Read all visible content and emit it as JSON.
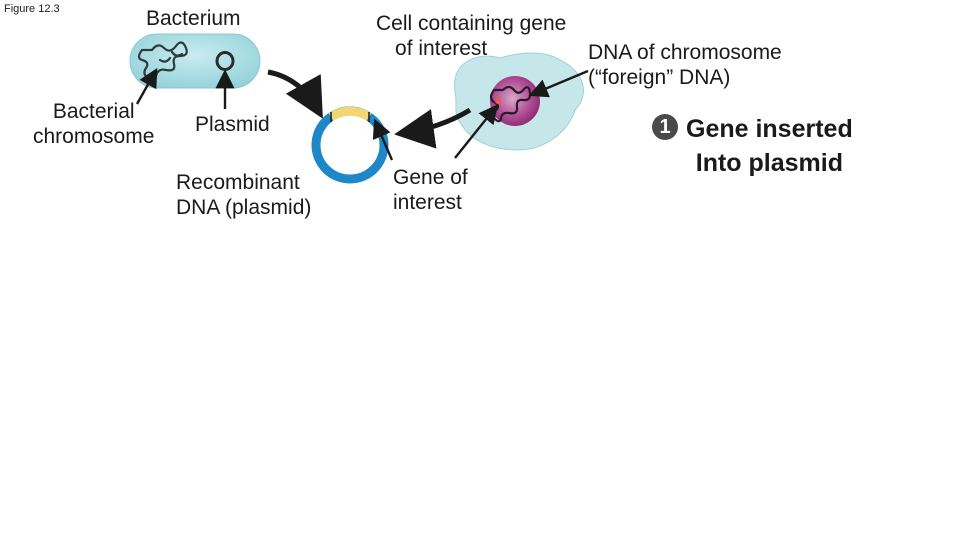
{
  "figure_label": "Figure 12.3",
  "bacterium": {
    "title": "Bacterium",
    "chromosome_label_line1": "Bacterial",
    "chromosome_label_line2": "chromosome",
    "plasmid_label": "Plasmid"
  },
  "recombinant": {
    "line1": "Recombinant",
    "line2": "DNA (plasmid)"
  },
  "donor_cell": {
    "title_line1": "Cell containing gene",
    "title_line2": "of interest",
    "foreign_dna_line1": "DNA of chromosome",
    "foreign_dna_line2": "(“foreign” DNA)",
    "gene_label_line1": "Gene of",
    "gene_label_line2": "interest"
  },
  "step": {
    "number": "1",
    "line1": "Gene inserted",
    "line2": "Into plasmid"
  },
  "colors": {
    "bacterium_fill": "#a8dce2",
    "cell_fill": "#c6e7e9",
    "nucleus_fill": "#a0327f",
    "plasmid_ring": "#1e87c8",
    "inserted_gene": "#f2d673",
    "foreign_gene_mark": "#f05a4a",
    "arrow": "#1a1a1a"
  }
}
